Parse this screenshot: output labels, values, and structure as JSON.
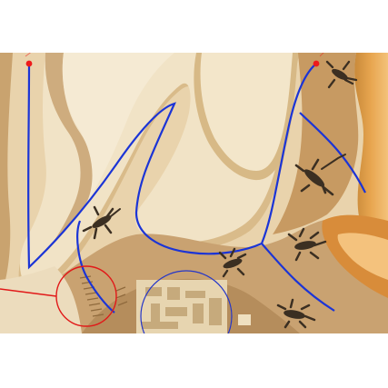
{
  "game": {
    "view": "map-overview",
    "colors": {
      "paper": "#f1e1c4",
      "ridge_light": "#e9d3ac",
      "ridge_mid": "#d7b986",
      "ridge_dark": "#b88f5b",
      "rock_orange": "#e29b45",
      "path": "#1b34d6",
      "marker": "#ee1b1b",
      "selection": "#e11919",
      "target": "#2536c8",
      "lizard": "#3b2f22"
    },
    "markers": [
      {
        "name": "waypoint-marker",
        "icon": "red-dot-icon"
      },
      {
        "name": "waypoint-marker",
        "icon": "red-dot-icon"
      }
    ],
    "creatures": [
      {
        "icon": "lizard-icon"
      },
      {
        "icon": "lizard-icon"
      },
      {
        "icon": "lizard-icon"
      },
      {
        "icon": "lizard-icon"
      },
      {
        "icon": "lizard-icon"
      },
      {
        "icon": "lizard-icon"
      }
    ],
    "regions": [
      {
        "name": "red-selection-circle"
      },
      {
        "name": "blue-target-circle"
      }
    ]
  }
}
